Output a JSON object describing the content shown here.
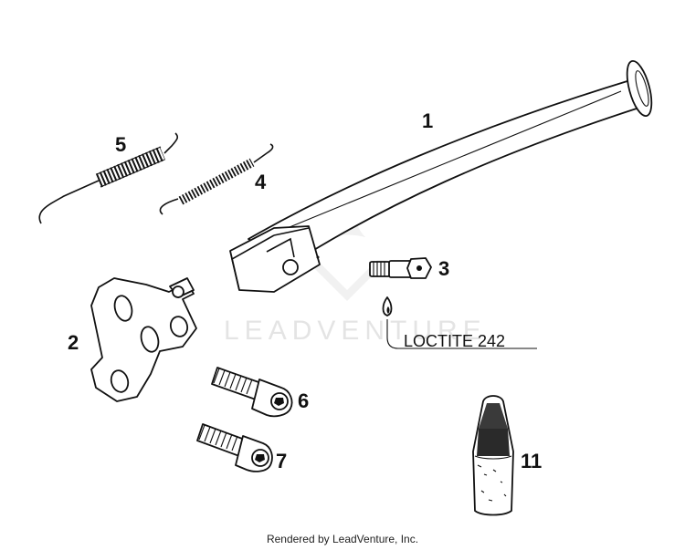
{
  "parts": [
    {
      "id": "side-stand",
      "callout": "1"
    },
    {
      "id": "bracket",
      "callout": "2"
    },
    {
      "id": "shoulder-bolt",
      "callout": "3"
    },
    {
      "id": "inner-spring",
      "callout": "4"
    },
    {
      "id": "outer-spring",
      "callout": "5"
    },
    {
      "id": "cap-screw-a",
      "callout": "6"
    },
    {
      "id": "cap-screw-b",
      "callout": "7"
    },
    {
      "id": "threadlocker",
      "callout": "11"
    }
  ],
  "note": {
    "text": "LOCTITE 242"
  },
  "watermark": {
    "text": "LEADVENTURE"
  },
  "footer": {
    "text": "Rendered by LeadVenture, Inc."
  }
}
